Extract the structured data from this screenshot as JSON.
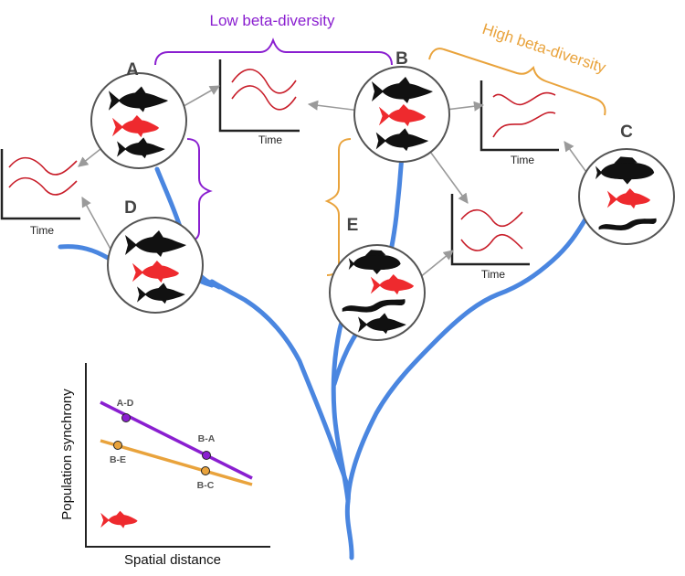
{
  "diagram": {
    "sites": [
      {
        "id": "A",
        "label": "A"
      },
      {
        "id": "B",
        "label": "B"
      },
      {
        "id": "C",
        "label": "C"
      },
      {
        "id": "D",
        "label": "D"
      },
      {
        "id": "E",
        "label": "E"
      }
    ],
    "brackets": {
      "low": {
        "label": "Low beta-diversity",
        "color": "#8a1fd0"
      },
      "high": {
        "label": "High beta-diversity",
        "color": "#e9a33c"
      }
    },
    "time_plots": [
      {
        "id": "top-center",
        "xlabel": "Time"
      },
      {
        "id": "top-right",
        "xlabel": "Time"
      },
      {
        "id": "left",
        "xlabel": "Time"
      },
      {
        "id": "center",
        "xlabel": "Time"
      }
    ],
    "colors": {
      "river": "#4a86e0",
      "focal_fish": "#ee2a2e",
      "other_fish": "#111111",
      "arrow": "#9a9a9a",
      "circle_stroke": "#555555"
    },
    "icons": [
      "fish-silhouette-icon",
      "eel-silhouette-icon",
      "lungfish-silhouette-icon"
    ]
  },
  "inset": {
    "xlabel": "Spatial distance",
    "ylabel": "Population synchrony",
    "series": [
      {
        "id": "low",
        "color": "#8a1fd0",
        "points": [
          {
            "label": "A-D"
          },
          {
            "label": "B-A"
          }
        ]
      },
      {
        "id": "high",
        "color": "#e9a33c",
        "points": [
          {
            "label": "B-E"
          },
          {
            "label": "B-C"
          }
        ]
      }
    ]
  }
}
